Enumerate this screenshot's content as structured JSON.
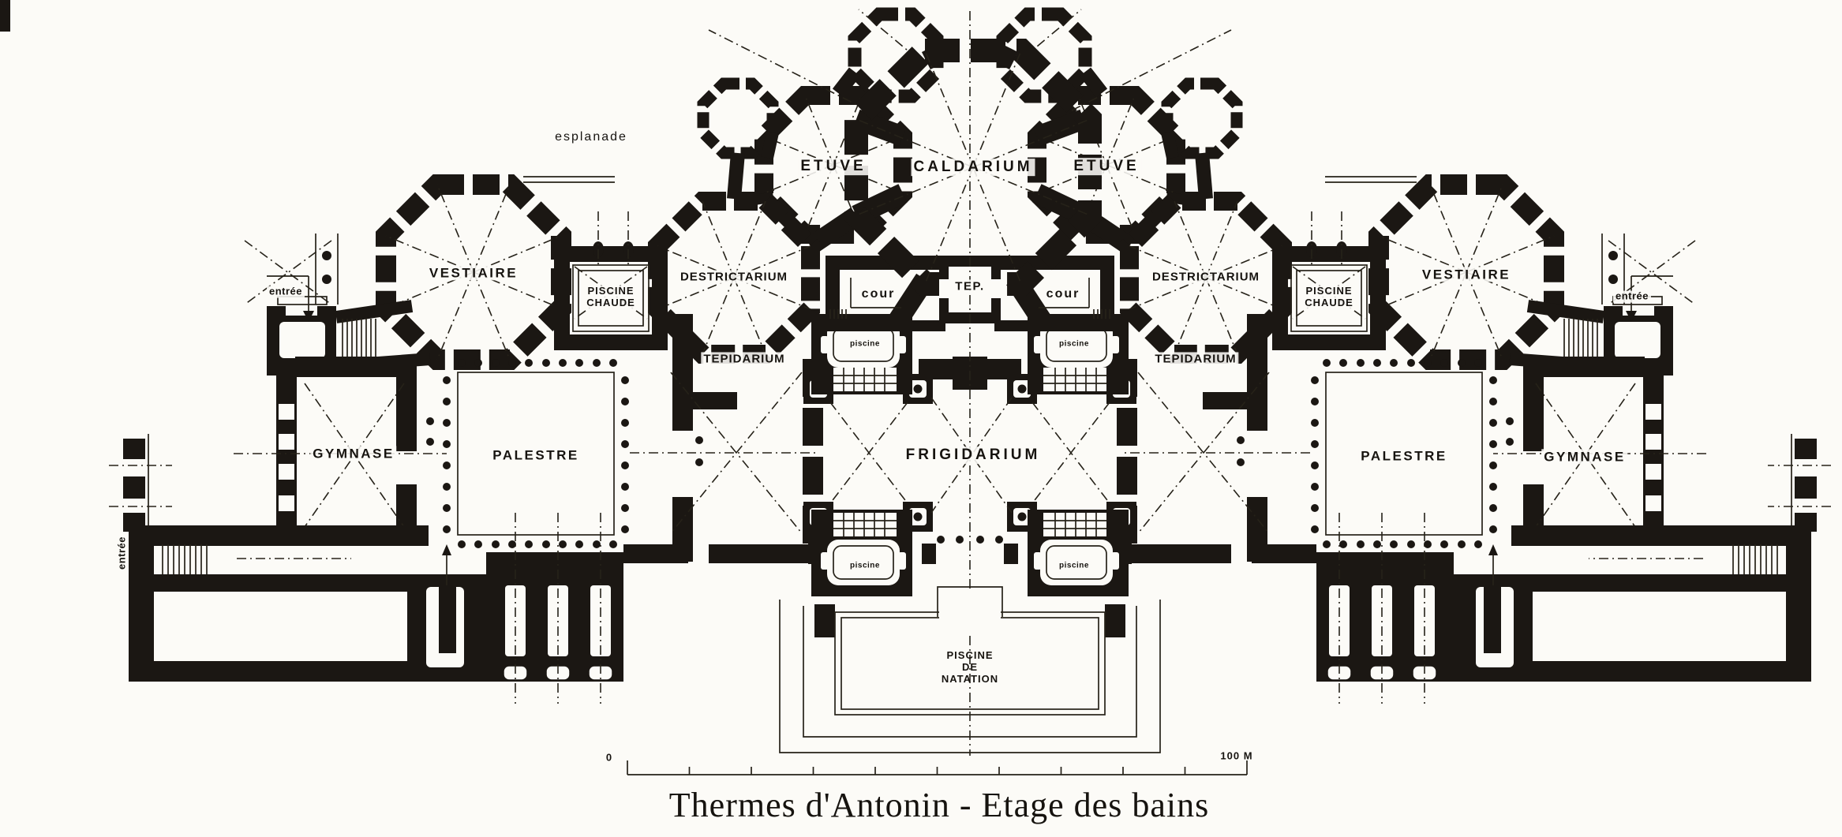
{
  "plan": {
    "caption": "Thermes d'Antonin - Etage des bains",
    "area_labels": {
      "esplanade": "esplanade",
      "entree": "entrée"
    },
    "rooms": {
      "caldarium": "CALDARIUM",
      "etuve": "ETUVE",
      "vestiaire": "VESTIAIRE",
      "piscine_chaude": "PISCINE\nCHAUDE",
      "destrictarium": "DESTRICTARIUM",
      "tepidarium": "TEPIDARIUM",
      "tep": "TEP.",
      "cour": "cour",
      "piscine": "piscine",
      "gymnase": "GYMNASE",
      "palestre": "PALESTRE",
      "frigidarium": "FRIGIDARIUM",
      "piscine_natation": "PISCINE\nDE\nNATATION"
    },
    "scale_bar": {
      "start": "0",
      "end": "100 M"
    },
    "colors": {
      "paper": "#fcfbf7",
      "ink": "#1b1713"
    }
  }
}
